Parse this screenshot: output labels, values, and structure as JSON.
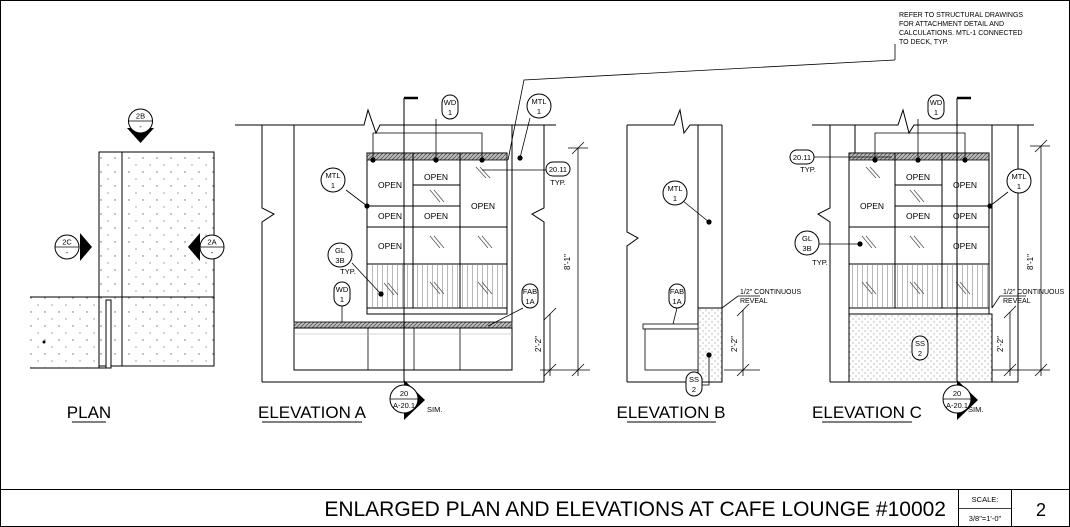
{
  "sheet": {
    "title": "ENLARGED PLAN AND ELEVATIONS AT CAFE LOUNGE #10002",
    "scale_label": "SCALE:",
    "scale_value": "3/8\"=1'-0\"",
    "sheet_number": "2"
  },
  "views": {
    "plan": "PLAN",
    "elev_a": "ELEVATION A",
    "elev_b": "ELEVATION B",
    "elev_c": "ELEVATION C"
  },
  "callouts": {
    "plan_top": {
      "id": "2B",
      "sub": "-"
    },
    "plan_left": {
      "id": "2C",
      "sub": "-"
    },
    "plan_right": {
      "id": "2A",
      "sub": "-"
    },
    "detail_a": {
      "id": "20",
      "sub": "A-20.1",
      "note": "SIM."
    },
    "detail_c": {
      "id": "20",
      "sub": "A-20.1",
      "note": "SIM."
    }
  },
  "tags": {
    "wd1": {
      "code": "WD",
      "num": "1"
    },
    "mtl1": {
      "code": "MTL",
      "num": "1"
    },
    "gl3b": {
      "code": "GL",
      "num": "3B"
    },
    "fab1a": {
      "code": "FAB",
      "num": "1A"
    },
    "ss2": {
      "code": "SS",
      "num": "2"
    },
    "ref2011": "20.11",
    "typ": "TYP."
  },
  "notes": {
    "structural": [
      "REFER TO STRUCTURAL DRAWINGS",
      "FOR ATTACHMENT DETAIL AND",
      "CALCULATIONS. MTL-1 CONNECTED",
      "TO DECK, TYP."
    ],
    "reveal": [
      "1/2\" CONTINUOUS",
      "REVEAL"
    ]
  },
  "cabinet": {
    "open_label": "OPEN"
  },
  "dims": {
    "overall": "8'-1\"",
    "base": "2'-2\""
  },
  "colors": {
    "line": "#000000",
    "hatch": "#555555",
    "background": "#ffffff"
  }
}
